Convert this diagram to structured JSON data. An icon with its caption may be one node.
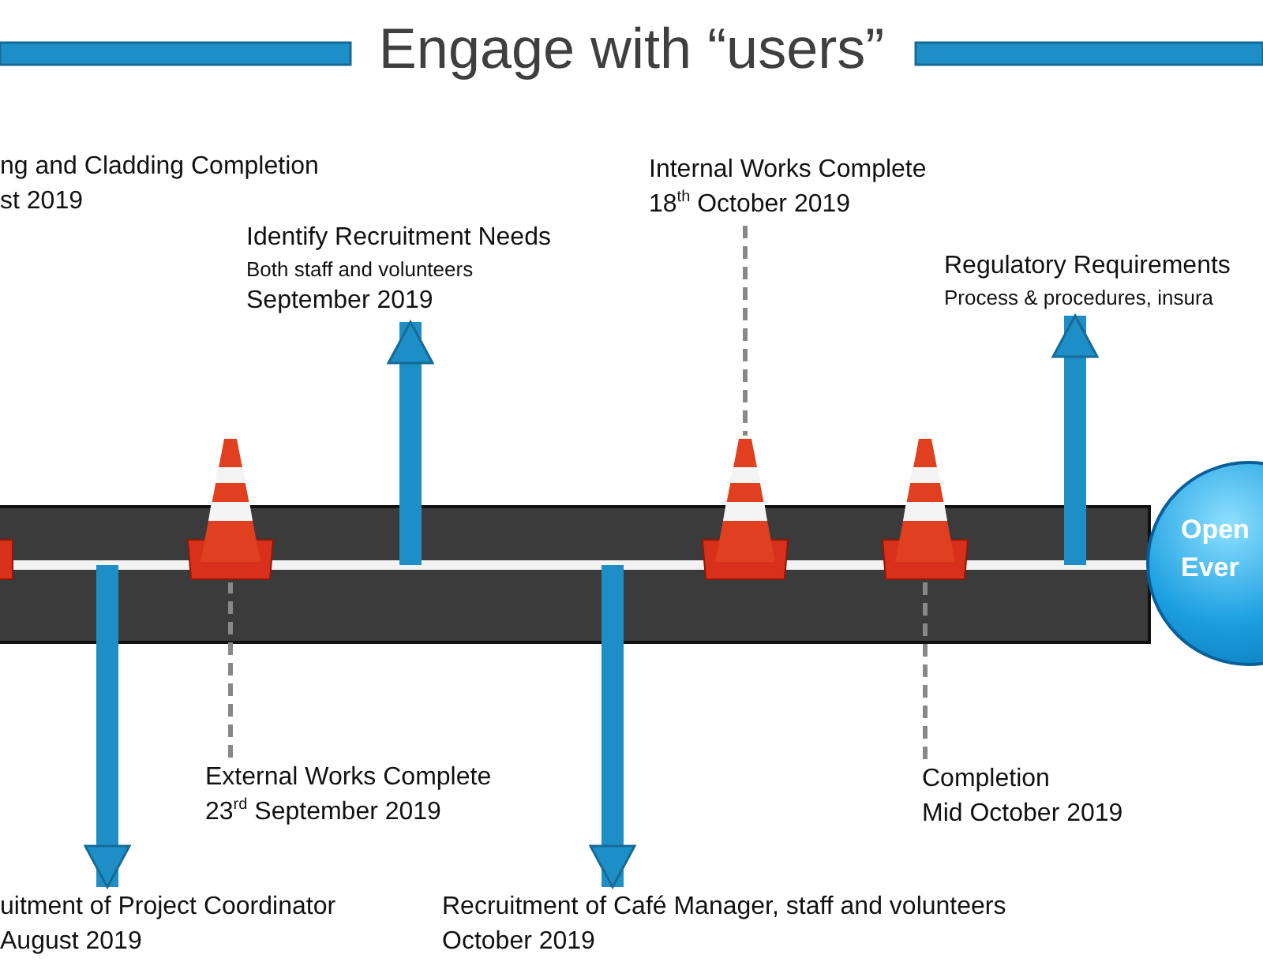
{
  "diagram": {
    "title": "Engage with “users”",
    "nodes": [
      {
        "text": [
          "ng and Cladding Completion",
          "st 2019"
        ]
      },
      {
        "text": [
          "Identify Recruitment Needs",
          "Both staff and volunteers",
          "September 2019"
        ]
      },
      {
        "text": [
          "Internal Works Complete",
          "18$^{th}$ October 2019"
        ]
      },
      {
        "text": [
          "Regulatory Requirements",
          "Process & procedures, insura"
        ]
      },
      {
        "text": [
          "Open Ever"
        ]
      },
      {
        "text": [
          "External Works Complete",
          "23$^{rd}$ September 2019"
        ]
      },
      {
        "text": [
          "Completion",
          "Mid October 2019"
        ]
      },
      {
        "text": [
          "uitment of Project Coordinator",
          "August 2019"
        ]
      },
      {
        "text": [
          "Recruitment of Café Manager, staff and volunteers",
          "October 2019"
        ]
      },
      {
        "text": [],
        "shape": "bar"
      },
      {
        "text": [],
        "shape": "bar"
      },
      {
        "text": [],
        "shape": "road"
      },
      {
        "text": [],
        "shape": "cone"
      },
      {
        "text": [],
        "shape": "cone"
      },
      {
        "text": [],
        "shape": "cone"
      },
      {
        "text": [],
        "shape": "cone"
      }
    ],
    "edges": [
      {
        "from": 11,
        "to": 1,
        "arrow": "to"
      },
      {
        "from": 11,
        "to": 3,
        "arrow": "to"
      },
      {
        "from": 11,
        "to": 7,
        "arrow": "to"
      },
      {
        "from": 11,
        "to": 8,
        "arrow": "to"
      },
      {
        "from": 5,
        "to": 13,
        "arrow": "none",
        "style": "dashed",
        "color": "#888888"
      },
      {
        "from": 2,
        "to": 14,
        "arrow": "none",
        "style": "dashed",
        "color": "#888888"
      },
      {
        "from": 6,
        "to": 15,
        "arrow": "none",
        "style": "dashed",
        "color": "#888888"
      }
    ]
  }
}
